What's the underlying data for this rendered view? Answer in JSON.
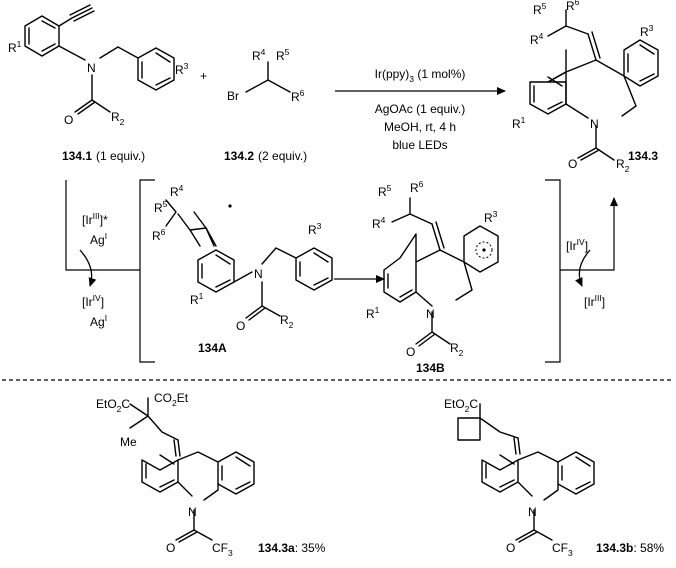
{
  "reactant1": {
    "id": "134.1",
    "equiv": "(1 equiv.)",
    "R1": "1",
    "R2": "2",
    "R3": "3"
  },
  "reactant2": {
    "id": "134.2",
    "equiv": "(2 equiv.)",
    "R4": "4",
    "R5": "5",
    "R6": "6"
  },
  "plus": "+",
  "conditions": {
    "catalyst_prefix": "Ir(ppy)",
    "catalyst_sub": "3",
    "catalyst_suffix": " (1 mol%)",
    "additive": "AgOAc (1 equiv.)",
    "solvent": "MeOH, rt, 4 h",
    "light": "blue LEDs"
  },
  "product": {
    "id": "134.3"
  },
  "mechanism": {
    "left_top_ir": "[Ir",
    "left_top_ir_sup": "III",
    "left_top_ir_end": "]*",
    "left_ag": "Ag",
    "left_ag_sup": "I",
    "left_bot_ir": "[Ir",
    "left_bot_ir_sup": "IV",
    "left_bot_ir_end": "]",
    "left_bot_ag": "Ag",
    "left_bot_ag_sup": "I",
    "right_top_ir": "[Ir",
    "right_top_ir_sup": "IV",
    "right_top_ir_end": "]",
    "right_bot_ir": "[Ir",
    "right_bot_ir_sup": "III",
    "right_bot_ir_end": "]",
    "int_a": "134A",
    "int_b": "134B"
  },
  "examples": [
    {
      "id": "134.3a",
      "yield": ": 35%",
      "ester1": "EtO",
      "ester1_sub": "2",
      "ester1_end": "C",
      "ester2": "CO",
      "ester2_sub": "2",
      "ester2_end": "Et",
      "me": "Me",
      "cf3": "CF",
      "cf3_sub": "3"
    },
    {
      "id": "134.3b",
      "yield": ": 58%",
      "ester1": "EtO",
      "ester1_sub": "2",
      "ester1_end": "C",
      "cf3": "CF",
      "cf3_sub": "3"
    }
  ],
  "atoms": {
    "N": "N",
    "O": "O",
    "Br": "Br",
    "R": "R"
  }
}
